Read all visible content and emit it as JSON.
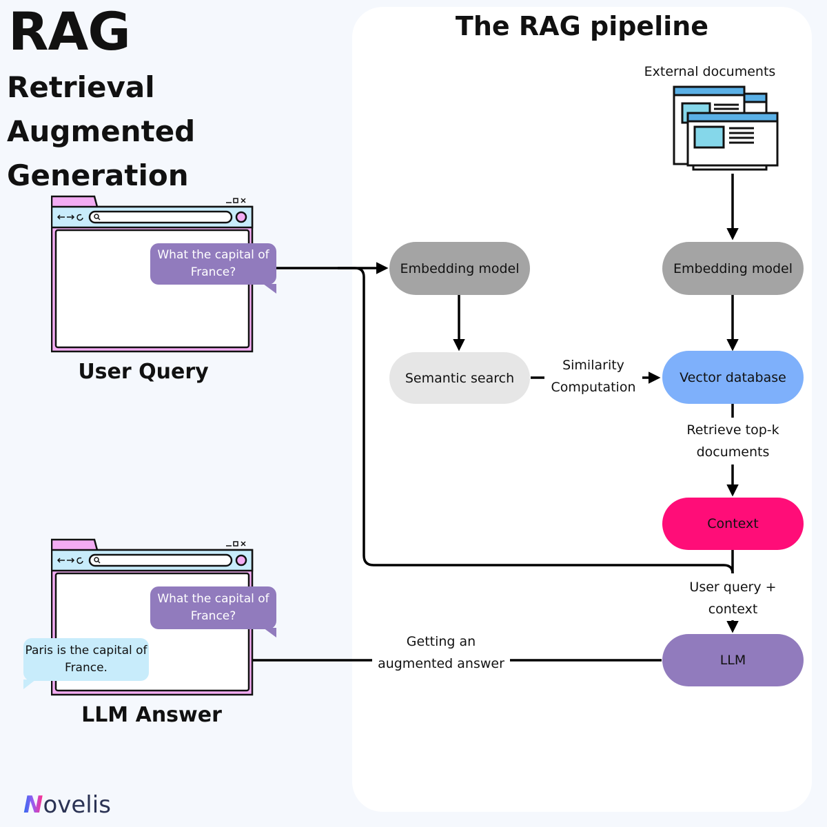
{
  "title": "RAG",
  "subtitle": "Retrieval Augmented Generation",
  "pipeline_title": "The RAG pipeline",
  "external_docs_label": "External documents",
  "user_query_caption": "User Query",
  "llm_answer_caption": "LLM Answer",
  "query_bubble": "What the capital of France?",
  "answer_query_bubble": "What the capital of France?",
  "answer_bubble": "Paris is the capital of France.",
  "nodes": {
    "embedding_left": "Embedding model",
    "embedding_right": "Embedding model",
    "semantic_search": "Semantic search",
    "vector_db": "Vector database",
    "context": "Context",
    "llm": "LLM"
  },
  "edge_labels": {
    "similarity_1": "Similarity",
    "similarity_2": "Computation",
    "retrieve_1": "Retrieve top-k",
    "retrieve_2": "documents",
    "query_context_1": "User query +",
    "query_context_2": "context",
    "augmented_1": "Getting an",
    "augmented_2": "augmented answer"
  },
  "logo": {
    "letter": "N",
    "rest": "ovelis"
  },
  "colors": {
    "embedding": "#a4a4a4",
    "semantic": "#e6e6e6",
    "vector_db": "#7eb0fb",
    "context": "#ff0d78",
    "llm": "#917bbd",
    "query_bubble": "#917bbd",
    "answer_bubble": "#c8ecfb",
    "window_frame": "#f3acf3",
    "window_bar": "#c8ecfb",
    "panel": "#ffffff",
    "background": "#f5f8fd"
  }
}
